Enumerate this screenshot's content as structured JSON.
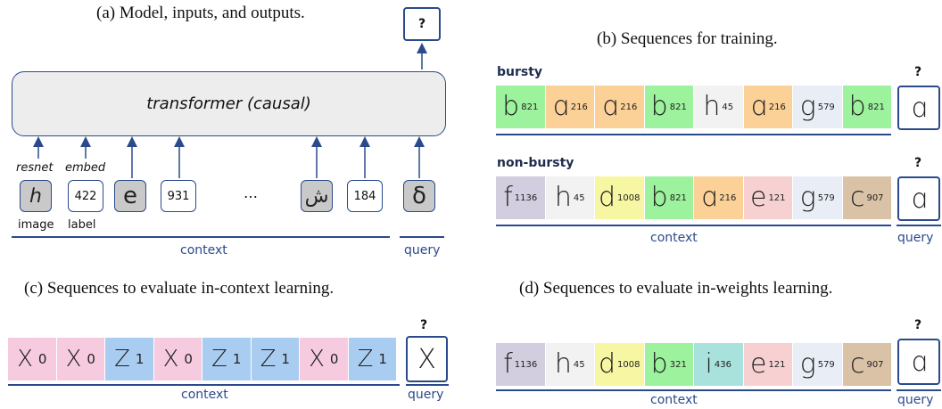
{
  "colors": {
    "accent": "#2b4a8b",
    "green": "#9df29d",
    "orange": "#fcd197",
    "lightgray": "#f2f2f2",
    "verylightgray": "#e9eef6",
    "yellow": "#f7f7a3",
    "pink": "#f6cbe0",
    "salmon": "#f7d1d1",
    "brown": "#d9c2a5",
    "lavender": "#d3cde0",
    "teal": "#a9e2dc",
    "blue": "#a9cdf0",
    "transformer_bg": "#ededed"
  },
  "panel_a": {
    "caption": "(a) Model, inputs, and outputs.",
    "transformer_label": "transformer (causal)",
    "output": "?",
    "resnet": "resnet",
    "embed": "embed",
    "image": "image",
    "label": "label",
    "tokens": [
      "422",
      "931",
      "184"
    ],
    "ellipsis": "…",
    "context": "context",
    "query": "query"
  },
  "panel_b": {
    "caption": "(b) Sequences for training.",
    "bursty_title": "bursty",
    "nonbursty_title": "non-bursty",
    "bursty": [
      {
        "ch": "b",
        "label": "821",
        "color": "green"
      },
      {
        "ch": "ɑ",
        "label": "216",
        "color": "orange"
      },
      {
        "ch": "ɑ",
        "label": "216",
        "color": "orange"
      },
      {
        "ch": "b",
        "label": "821",
        "color": "green"
      },
      {
        "ch": "h",
        "label": "45",
        "color": "lightgray"
      },
      {
        "ch": "ɑ",
        "label": "216",
        "color": "orange"
      },
      {
        "ch": "g",
        "label": "579",
        "color": "verylightgray"
      },
      {
        "ch": "b",
        "label": "821",
        "color": "green"
      }
    ],
    "nonbursty": [
      {
        "ch": "f",
        "label": "1136",
        "color": "lavender"
      },
      {
        "ch": "h",
        "label": "45",
        "color": "lightgray"
      },
      {
        "ch": "d",
        "label": "1008",
        "color": "yellow"
      },
      {
        "ch": "b",
        "label": "821",
        "color": "green"
      },
      {
        "ch": "ɑ",
        "label": "216",
        "color": "orange"
      },
      {
        "ch": "e",
        "label": "121",
        "color": "salmon"
      },
      {
        "ch": "g",
        "label": "579",
        "color": "verylightgray"
      },
      {
        "ch": "c",
        "label": "907",
        "color": "brown"
      }
    ],
    "query_char": "ɑ",
    "qmark": "?",
    "context": "context",
    "query": "query"
  },
  "panel_c": {
    "caption": "(c) Sequences to evaluate in-context learning.",
    "seq": [
      {
        "ch": "X",
        "label": "0",
        "color": "pink"
      },
      {
        "ch": "X",
        "label": "0",
        "color": "pink"
      },
      {
        "ch": "Z",
        "label": "1",
        "color": "blue"
      },
      {
        "ch": "X",
        "label": "0",
        "color": "pink"
      },
      {
        "ch": "Z",
        "label": "1",
        "color": "blue"
      },
      {
        "ch": "Z",
        "label": "1",
        "color": "blue"
      },
      {
        "ch": "X",
        "label": "0",
        "color": "pink"
      },
      {
        "ch": "Z",
        "label": "1",
        "color": "blue"
      }
    ],
    "query_char": "X",
    "qmark": "?",
    "context": "context",
    "query": "query"
  },
  "panel_d": {
    "caption": "(d) Sequences to evaluate in-weights learning.",
    "seq": [
      {
        "ch": "f",
        "label": "1136",
        "color": "lavender"
      },
      {
        "ch": "h",
        "label": "45",
        "color": "lightgray"
      },
      {
        "ch": "d",
        "label": "1008",
        "color": "yellow"
      },
      {
        "ch": "b",
        "label": "321",
        "color": "green"
      },
      {
        "ch": "i",
        "label": "436",
        "color": "teal"
      },
      {
        "ch": "e",
        "label": "121",
        "color": "salmon"
      },
      {
        "ch": "g",
        "label": "579",
        "color": "verylightgray"
      },
      {
        "ch": "c",
        "label": "907",
        "color": "brown"
      }
    ],
    "query_char": "ɑ",
    "qmark": "?",
    "context": "context",
    "query": "query"
  }
}
